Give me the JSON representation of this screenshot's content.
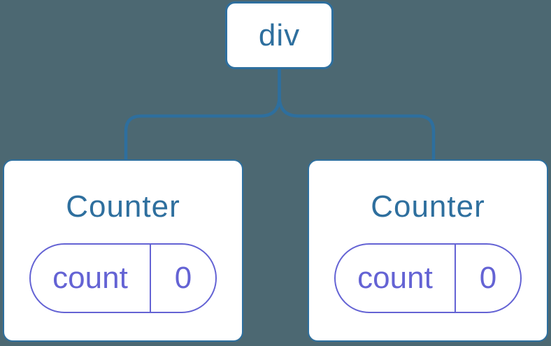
{
  "diagram": {
    "type": "component-tree",
    "root": {
      "label": "div"
    },
    "children": [
      {
        "title": "Counter",
        "state": {
          "key": "count",
          "value": "0"
        }
      },
      {
        "title": "Counter",
        "state": {
          "key": "count",
          "value": "0"
        }
      }
    ]
  },
  "colors": {
    "background": "#4c6872",
    "node_fill": "#ffffff",
    "node_stroke": "#2e6f9e",
    "node_text": "#2e6f9e",
    "state_accent": "#6463d4"
  }
}
